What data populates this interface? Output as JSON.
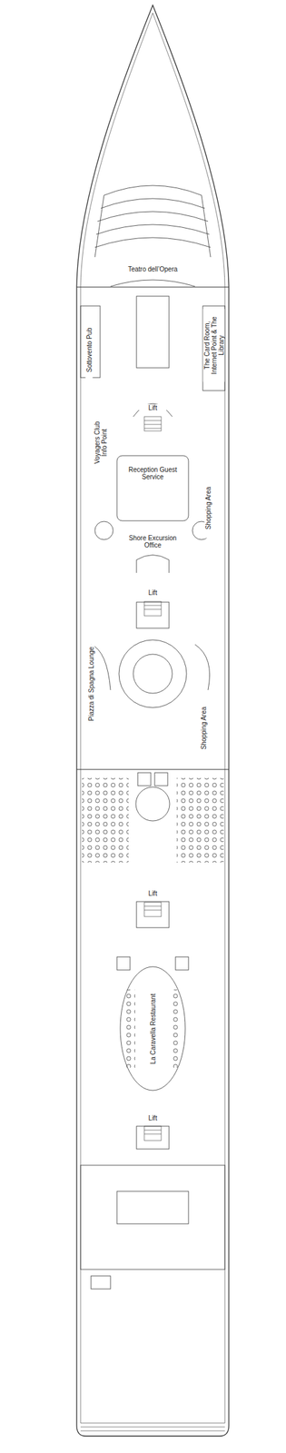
{
  "diagram": {
    "labels": [
      "Teatro dell’Opera",
      "Sottovento Pub",
      "The Card Room, Internet Point & The Library",
      "Lift",
      "Voyagers Club Info Point",
      "Reception Guest Service",
      "Shopping Area",
      "Shore Excursion Office",
      "Lift",
      "Piazza di Spagna Lounge",
      "Shopping Area",
      "Lift",
      "La Caravella Restaurant",
      "Lift"
    ]
  }
}
